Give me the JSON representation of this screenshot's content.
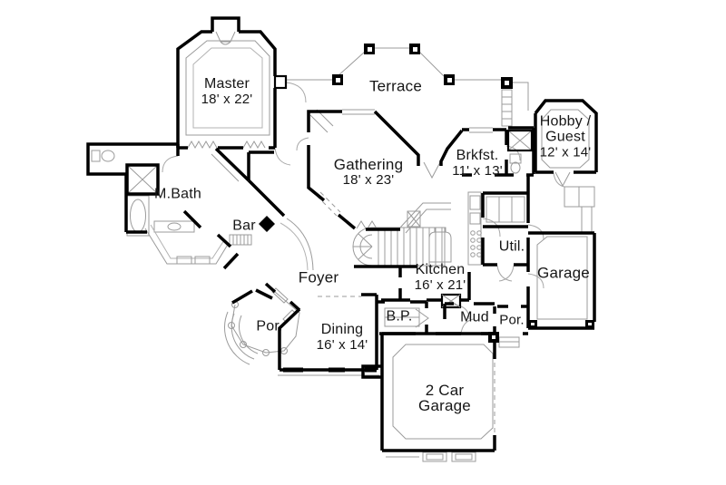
{
  "colors": {
    "wall": "#000000",
    "thin_line": "#9b9b9b",
    "text": "#161616",
    "background": "#ffffff"
  },
  "rooms": {
    "master": {
      "name": "Master",
      "dims": "18' x 22'"
    },
    "terrace": {
      "name": "Terrace"
    },
    "hobby_guest": {
      "line1": "Hobby /",
      "line2": "Guest",
      "dims": "12' x 14'"
    },
    "gathering": {
      "name": "Gathering",
      "dims": "18' x 23'"
    },
    "brkfst": {
      "name": "Brkfst.",
      "dims": "11' x 13'"
    },
    "mbath": {
      "name": "M.Bath"
    },
    "bar": {
      "name": "Bar"
    },
    "util": {
      "name": "Util."
    },
    "garage": {
      "name": "Garage"
    },
    "kitchen": {
      "name": "Kitchen",
      "dims": "16' x 21'"
    },
    "foyer": {
      "name": "Foyer"
    },
    "porch_left": {
      "name": "Por."
    },
    "dining": {
      "name": "Dining",
      "dims": "16' x 14'"
    },
    "bp": {
      "name": "B.P."
    },
    "mud": {
      "name": "Mud"
    },
    "porch_right": {
      "name": "Por."
    },
    "two_car_garage": {
      "line1": "2 Car",
      "line2": "Garage"
    }
  }
}
